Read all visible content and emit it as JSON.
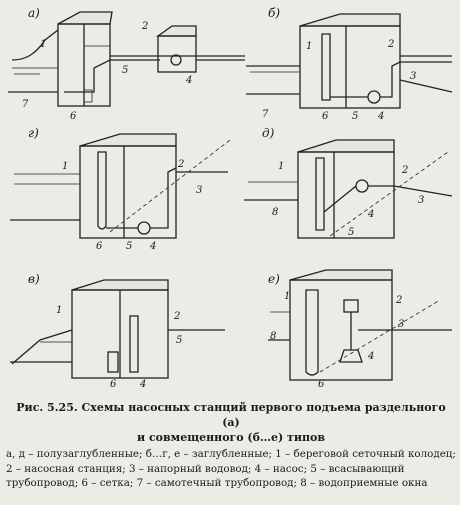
{
  "panels": {
    "a": {
      "letter": "а)",
      "labels": {
        "l1": "1",
        "l2": "2",
        "l4": "4",
        "l5": "5",
        "l6": "6",
        "l7": "7"
      }
    },
    "b": {
      "letter": "б)",
      "labels": {
        "l1": "1",
        "l2": "2",
        "l3": "3",
        "l4": "4",
        "l5": "5",
        "l6": "6",
        "l7": "7"
      }
    },
    "g": {
      "letter": "г)",
      "labels": {
        "l1": "1",
        "l2": "2",
        "l3": "3",
        "l4": "4",
        "l5": "5",
        "l6": "6"
      }
    },
    "d": {
      "letter": "д)",
      "labels": {
        "l1": "1",
        "l2": "2",
        "l3": "3",
        "l4": "4",
        "l5": "5",
        "l8": "8"
      }
    },
    "v": {
      "letter": "в)",
      "labels": {
        "l1": "1",
        "l2": "2",
        "l4": "4",
        "l5": "5",
        "l6": "6"
      }
    },
    "e": {
      "letter": "е)",
      "labels": {
        "l1": "1",
        "l2": "2",
        "l3": "3",
        "l4": "4",
        "l6": "6",
        "l8": "8"
      }
    }
  },
  "caption": {
    "title_line1": "Рис. 5.25. Схемы насосных станций первого подъема раздельного (а)",
    "title_line2": "и совмещенного (б…е) типов",
    "text": "а, д – полузаглубленные; б…г, е – заглубленные; 1 – береговой сеточный колодец; 2 – насосная станция; 3 – напорный водовод; 4 – насос; 5 – всасывающий трубопровод; 6 – сетка; 7 – самотечный трубопровод; 8 – водоприемные окна"
  }
}
